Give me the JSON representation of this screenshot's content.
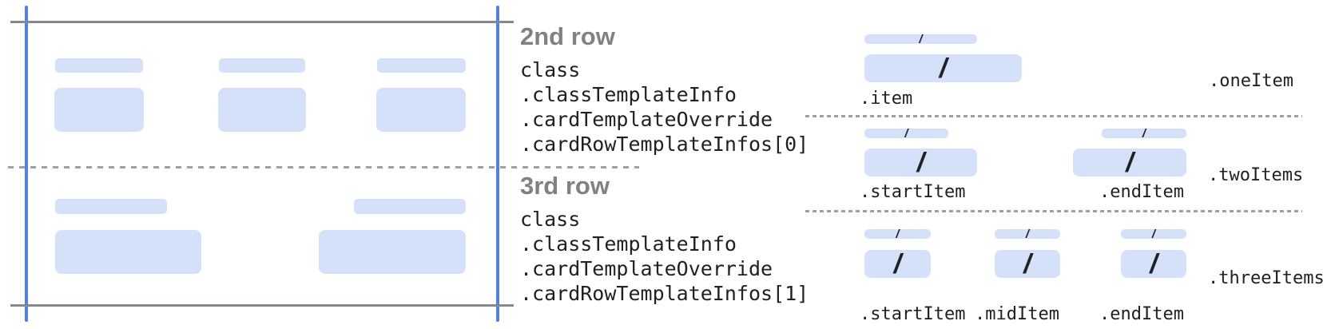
{
  "colors": {
    "bar_fill": "#d5e1f9",
    "guide_blue": "#4f82e8",
    "line_gray": "#85898e",
    "dash_gray": "#9aa0a6",
    "heading_gray": "#7d8287",
    "code_text": "#202124"
  },
  "middle": {
    "sections": [
      {
        "heading": "2nd row",
        "lines": [
          "class",
          ".classTemplateInfo",
          ".cardTemplateOverride",
          ".cardRowTemplateInfos[0]"
        ]
      },
      {
        "heading": "3rd row",
        "lines": [
          "class",
          ".classTemplateInfo",
          ".cardTemplateOverride",
          ".cardRowTemplateInfos[1]"
        ]
      }
    ]
  },
  "right": {
    "slash": "/",
    "sections": [
      {
        "label": ".oneItem",
        "item_labels": [
          ".item"
        ]
      },
      {
        "label": ".twoItems",
        "item_labels": [
          ".startItem",
          ".endItem"
        ]
      },
      {
        "label": ".threeItems",
        "item_labels": [
          ".startItem",
          ".midItem",
          ".endItem"
        ]
      }
    ]
  }
}
